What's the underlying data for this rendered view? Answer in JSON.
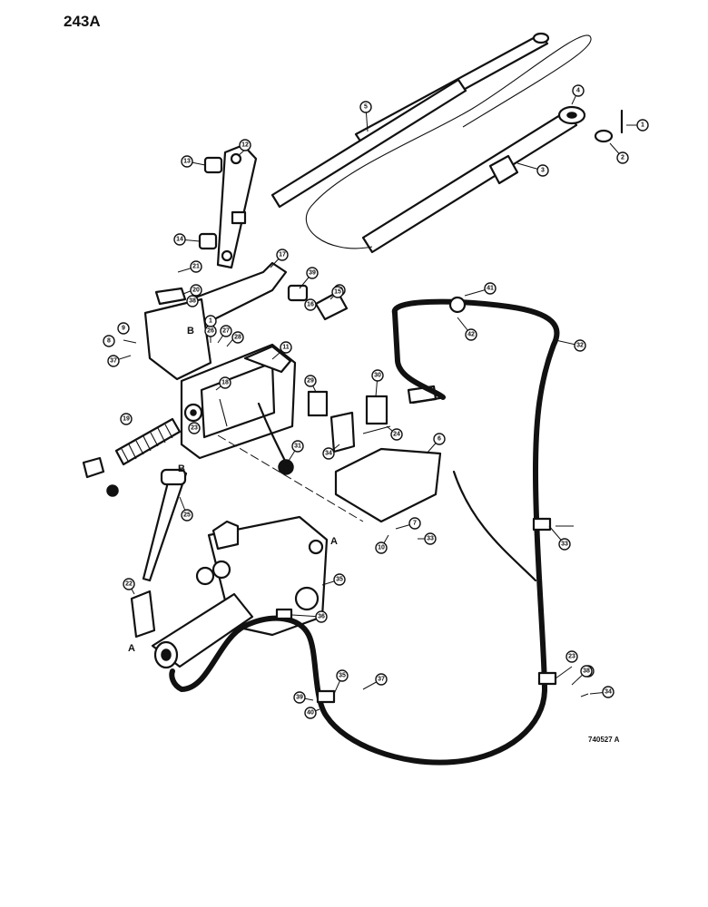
{
  "page_number": "243A",
  "drawing_number": "740527 A",
  "ref_letters": [
    "B",
    "B",
    "A",
    "A"
  ],
  "callouts": [
    "1",
    "2",
    "3",
    "4",
    "5",
    "12",
    "13",
    "14",
    "16",
    "17",
    "18",
    "19",
    "20",
    "21",
    "24",
    "25",
    "26",
    "27",
    "28",
    "29",
    "30",
    "31",
    "32",
    "33",
    "34",
    "35",
    "36",
    "37",
    "38",
    "39",
    "40",
    "41",
    "42",
    "8",
    "9",
    "10",
    "7",
    "6",
    "22",
    "23",
    "23",
    "33",
    "35",
    "38",
    "34",
    "37",
    "39",
    "38",
    "11",
    "15",
    "16",
    "1"
  ]
}
